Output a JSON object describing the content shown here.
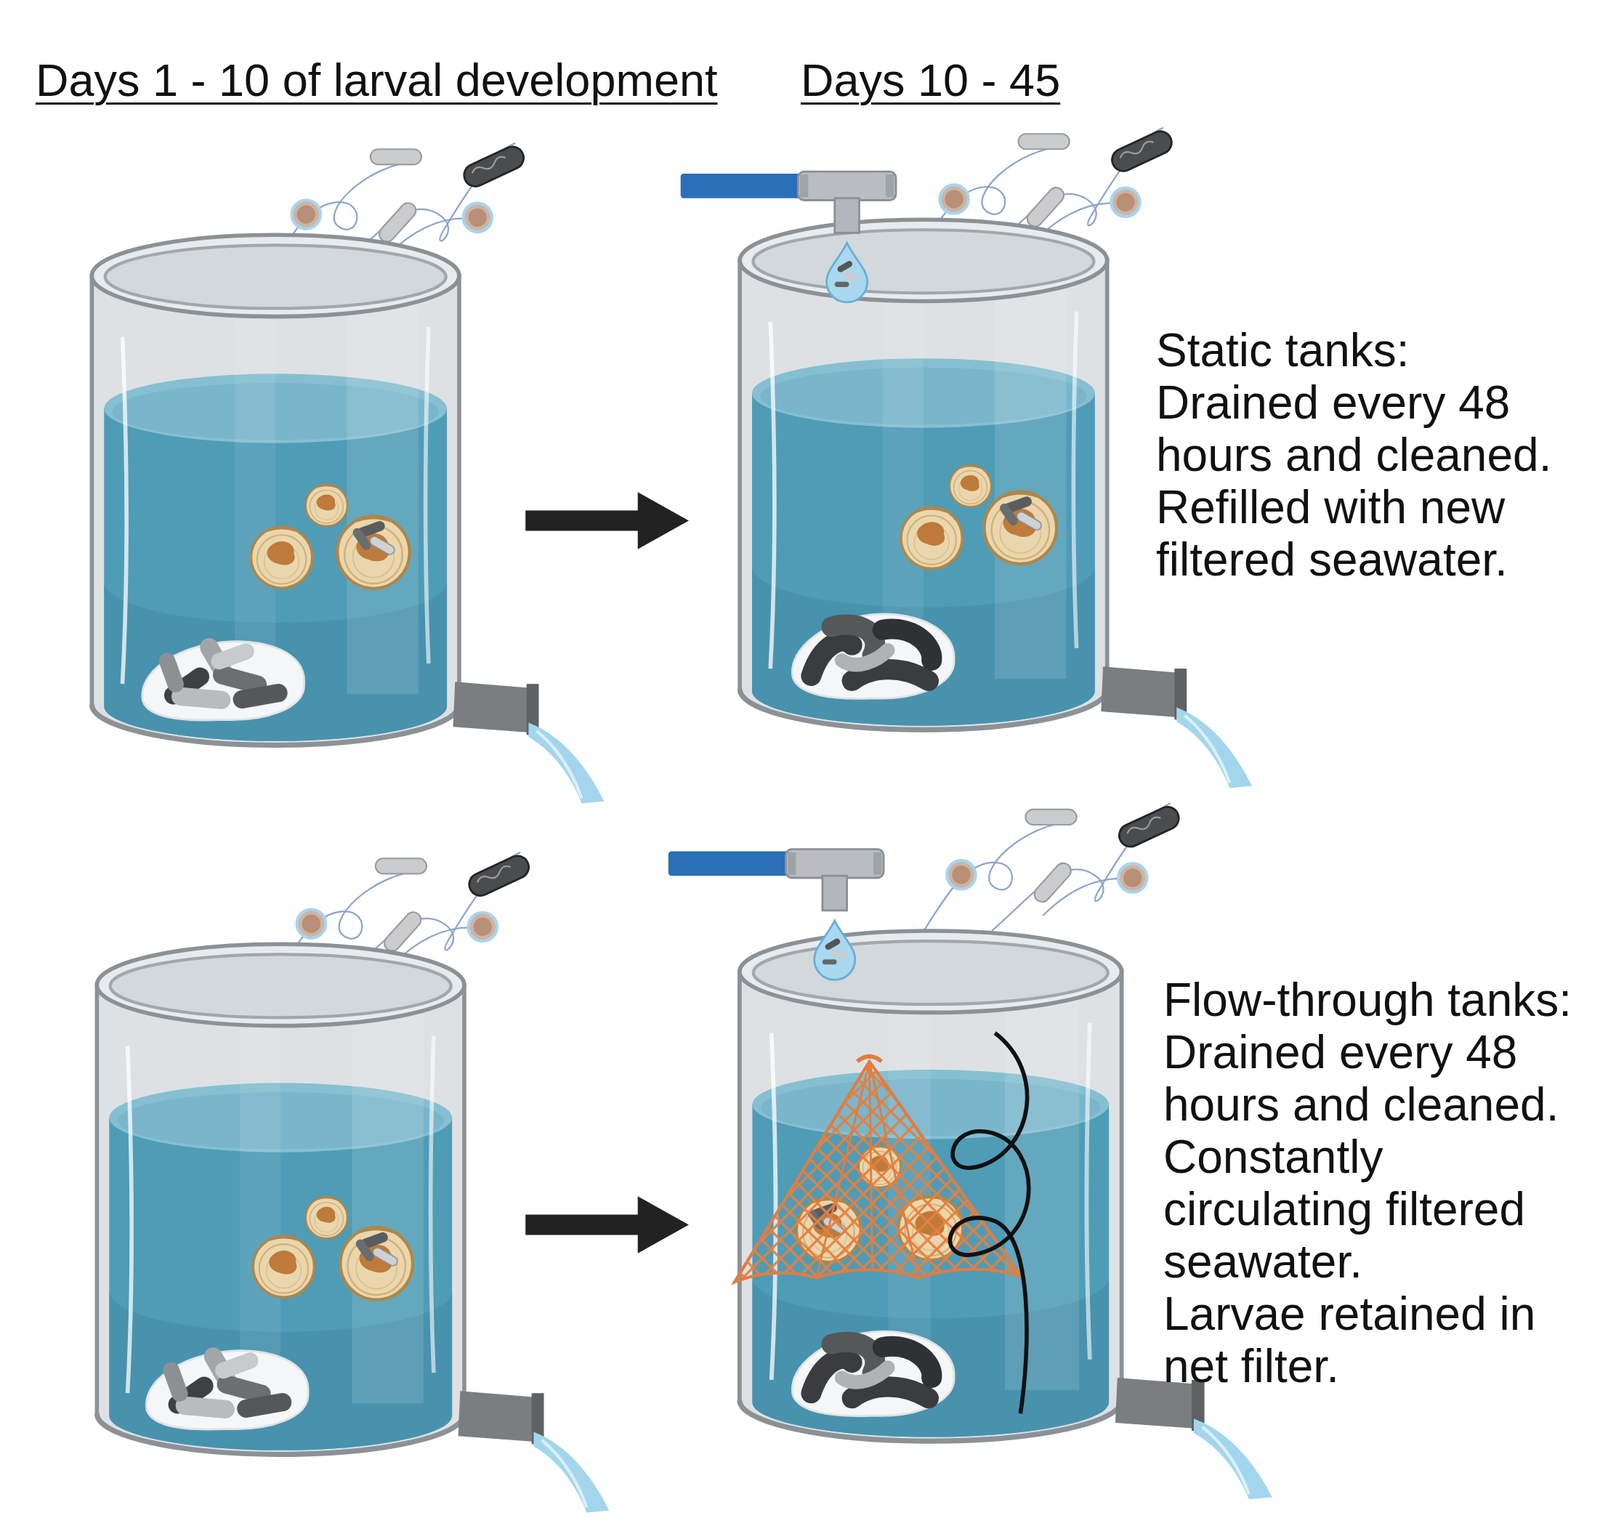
{
  "diagram": {
    "labels": [
      "Days 1 - 10 of larval development",
      "Days 10 - 45",
      "Static tanks:",
      "Drained every 48 hours and cleaned.",
      "Refilled with new filtered seawater.",
      "Flow-through tanks:",
      "Drained every 48 hours and cleaned.",
      "Constantly circulating filtered seawater.",
      "Larvae retained in net filter."
    ]
  }
}
